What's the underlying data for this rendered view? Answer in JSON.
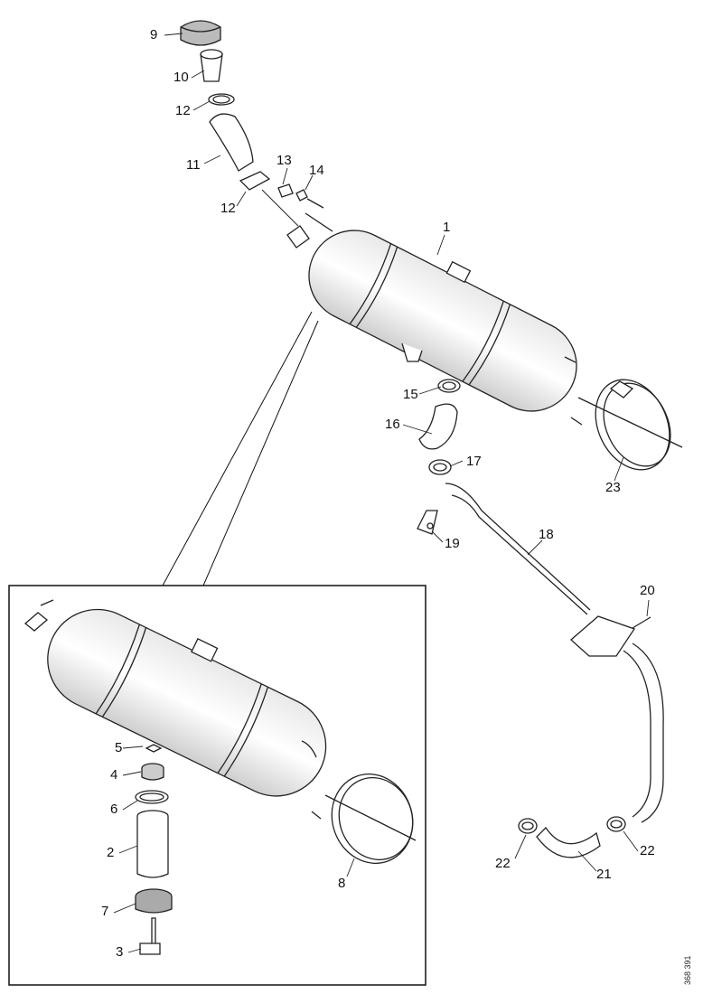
{
  "callouts": {
    "c1": "1",
    "c2": "2",
    "c3": "3",
    "c4": "4",
    "c5": "5",
    "c6": "6",
    "c7": "7",
    "c8": "8",
    "c9": "9",
    "c10": "10",
    "c11": "11",
    "c12a": "12",
    "c12b": "12",
    "c13": "13",
    "c14": "14",
    "c15": "15",
    "c16": "16",
    "c17": "17",
    "c18": "18",
    "c19": "19",
    "c20": "20",
    "c21": "21",
    "c22a": "22",
    "c22b": "22",
    "c23": "23"
  },
  "document_id": "368 391"
}
